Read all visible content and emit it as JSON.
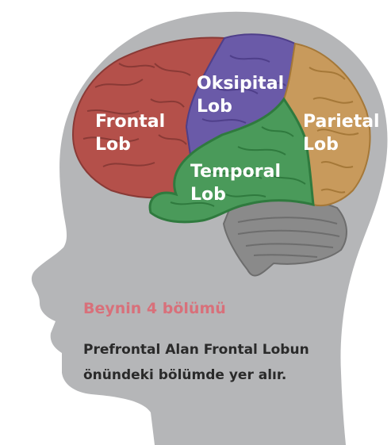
{
  "lobes": {
    "frontal": {
      "line1": "Frontal",
      "line2": "Lob",
      "color": "#b4504a"
    },
    "oksipital": {
      "line1": "Oksipital",
      "line2": "Lob",
      "color": "#6a5aa8"
    },
    "parietal": {
      "line1": "Parietal",
      "line2": "Lob",
      "color": "#c89a5c"
    },
    "temporal": {
      "line1": "Temporal",
      "line2": "Lob",
      "color": "#4a9a5a"
    }
  },
  "caption": {
    "title": "Beynin 4 bölümü",
    "line1": "Prefrontal Alan Frontal Lobun",
    "line2": "önündeki bölümde yer alır."
  },
  "colors": {
    "head": "#b5b6b8",
    "cerebellum": "#8a8a8a",
    "title": "#d8707a"
  }
}
